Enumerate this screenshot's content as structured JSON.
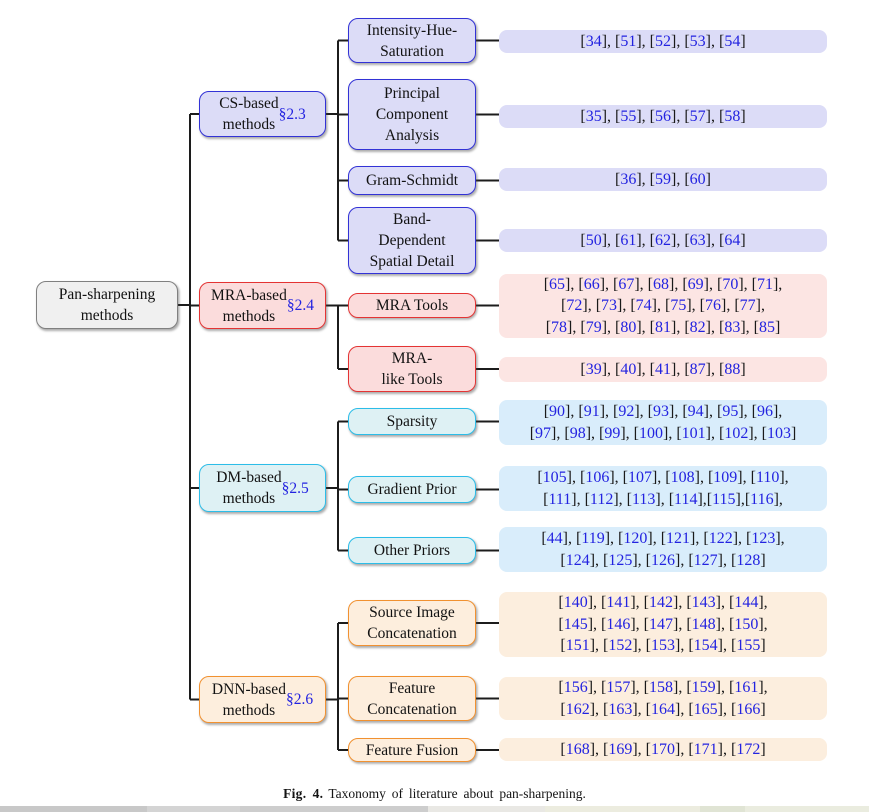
{
  "figure": {
    "caption": {
      "label": "Fig. 4.",
      "text": "Taxonomy of literature about pan-sharpening."
    }
  },
  "colors": {
    "link_blue": "#2323e0",
    "line": "#1c1c1c",
    "themes": {
      "root": {
        "border": "#808080",
        "fill": "#f0f0f0",
        "pill": "#f0f0f0"
      },
      "blue": {
        "border": "#3232d6",
        "fill": "#dcdcf7",
        "pill": "#dcdcf7"
      },
      "red": {
        "border": "#e43434",
        "fill": "#fbdcdc",
        "pill": "#fce5e3"
      },
      "cyan": {
        "border": "#2cbde8",
        "fill": "#def1f4",
        "pill": "#d9edfb"
      },
      "orange": {
        "border": "#f19130",
        "fill": "#fdeedd",
        "pill": "#fceede"
      }
    }
  },
  "tree": {
    "root": {
      "id": "root",
      "lines": [
        "Pan-sharpening",
        "methods"
      ],
      "theme": "root"
    },
    "groups": [
      {
        "id": "cs",
        "lines": [
          "CS-based",
          "methods"
        ],
        "section": "§2.3",
        "theme": "blue",
        "children": [
          {
            "id": "ihs",
            "lines": [
              "Intensity-Hue-",
              "Saturation"
            ],
            "citations": [
              "[34], [51], [52], [53], [54]"
            ]
          },
          {
            "id": "pca",
            "lines": [
              "Principal",
              "Component",
              "Analysis"
            ],
            "citations": [
              "[35], [55], [56], [57], [58]"
            ]
          },
          {
            "id": "gs",
            "lines": [
              "Gram-Schmidt"
            ],
            "citations": [
              "[36], [59], [60]"
            ]
          },
          {
            "id": "bdsd",
            "lines": [
              "Band-",
              "Dependent",
              "Spatial Detail"
            ],
            "citations": [
              "[50], [61], [62], [63], [64]"
            ]
          }
        ]
      },
      {
        "id": "mra",
        "lines": [
          "MRA-based",
          "methods"
        ],
        "section": "§2.4",
        "theme": "red",
        "children": [
          {
            "id": "mratools",
            "lines": [
              "MRA Tools"
            ],
            "citations": [
              "[65], [66], [67], [68], [69], [70], [71],",
              "[72], [73], [74], [75], [76], [77],",
              "[78], [79], [80], [81], [82], [83], [85]"
            ]
          },
          {
            "id": "mralike",
            "lines": [
              "MRA-",
              "like Tools"
            ],
            "citations": [
              "[39], [40], [41], [87], [88]"
            ]
          }
        ]
      },
      {
        "id": "dm",
        "lines": [
          "DM-based",
          "methods"
        ],
        "section": "§2.5",
        "theme": "cyan",
        "children": [
          {
            "id": "sparsity",
            "lines": [
              "Sparsity"
            ],
            "citations": [
              "[90], [91], [92], [93], [94], [95], [96],",
              "[97], [98], [99], [100], [101], [102], [103]"
            ]
          },
          {
            "id": "gradient",
            "lines": [
              "Gradient Prior"
            ],
            "citations": [
              "[105], [106], [107], [108], [109], [110],",
              "[111], [112], [113], [114],[115],[116],"
            ]
          },
          {
            "id": "otherpriors",
            "lines": [
              "Other Priors"
            ],
            "citations": [
              "[44], [119], [120], [121], [122], [123],",
              "[124], [125], [126], [127], [128]"
            ]
          }
        ]
      },
      {
        "id": "dnn",
        "lines": [
          "DNN-based",
          "methods"
        ],
        "section": "§2.6",
        "theme": "orange",
        "children": [
          {
            "id": "sic",
            "lines": [
              "Source Image",
              "Concatenation"
            ],
            "citations": [
              "[140], [141], [142], [143], [144],",
              "[145], [146], [147], [148], [150],",
              "[151], [152], [153], [154], [155]"
            ]
          },
          {
            "id": "fc",
            "lines": [
              "Feature",
              "Concatenation"
            ],
            "citations": [
              "[156], [157], [158], [159], [161],",
              "[162], [163], [164], [165], [166]"
            ]
          },
          {
            "id": "ff",
            "lines": [
              "Feature Fusion"
            ],
            "citations": [
              "[168], [169], [170], [171], [172]"
            ]
          }
        ]
      }
    ]
  }
}
